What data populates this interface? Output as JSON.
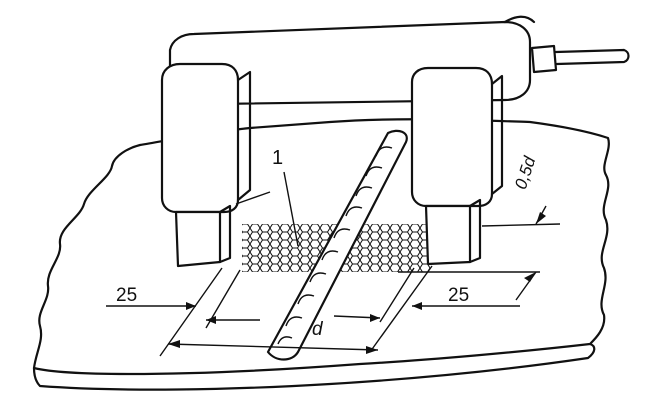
{
  "labels": {
    "callout": "1",
    "left_dim": "25",
    "right_dim": "25",
    "d_dim": "d",
    "offset_dim": "0,5d"
  }
}
